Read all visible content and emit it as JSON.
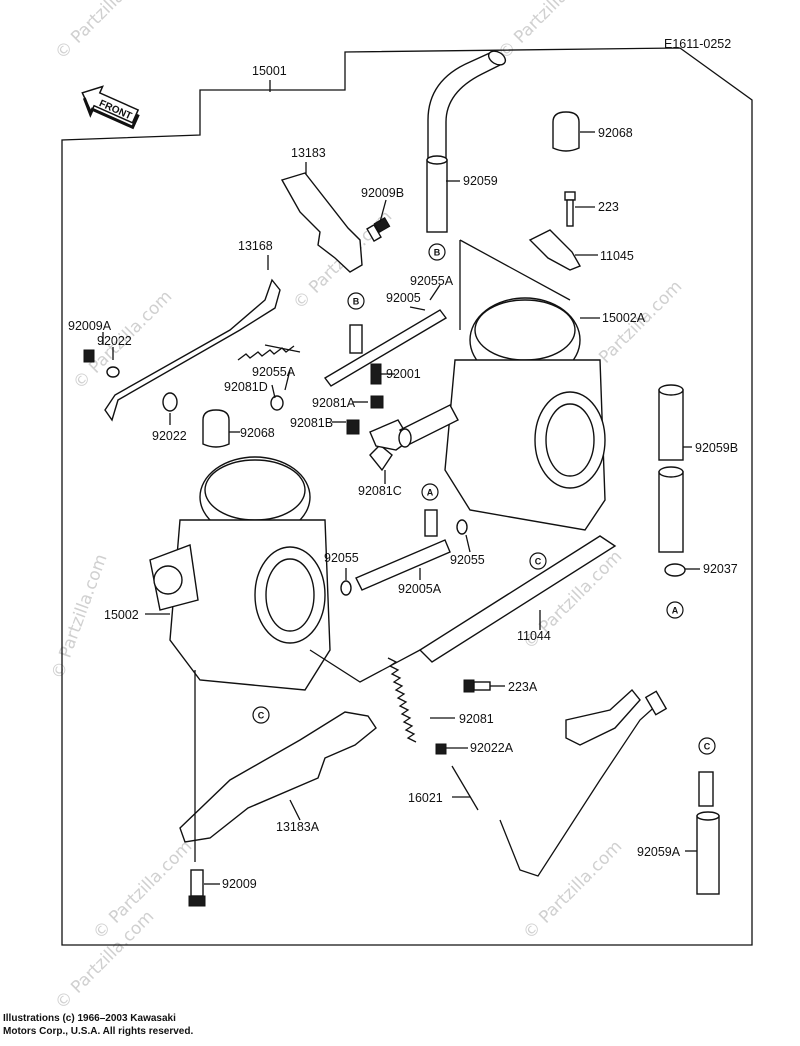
{
  "diagram_code": "E1611-0252",
  "front_label": "FRONT",
  "watermarks": [
    "© Partzilla.com",
    "© Partzilla.com",
    "© Partzilla.com",
    "© Partzilla.com",
    "© Partzilla.com",
    "© Partzilla.com",
    "© Partzilla.com",
    "© Partzilla.com",
    "© Partzilla.com",
    "© Partzilla.com"
  ],
  "copyright_line1": "Illustrations (c) 1966–2003 Kawasaki",
  "copyright_line2": "Motors Corp., U.S.A.  All rights reserved.",
  "parts": {
    "p15001": "15001",
    "p92068_top": "92068",
    "p13183": "13183",
    "p92009b": "92009B",
    "p92059": "92059",
    "p223": "223",
    "p11045": "11045",
    "p13168": "13168",
    "p92055a_top": "92055A",
    "p92005": "92005",
    "p15002a": "15002A",
    "p92009a": "92009A",
    "p92022": "92022",
    "p92055a_mid": "92055A",
    "p92001": "92001",
    "p92081d": "92081D",
    "p92081a": "92081A",
    "p92022_low": "92022",
    "p92068_low": "92068",
    "p92081b": "92081B",
    "p92059b": "92059B",
    "p92081c": "92081C",
    "p92055_left": "92055",
    "p92055_right": "92055",
    "p92037": "92037",
    "p92005a": "92005A",
    "p15002": "15002",
    "p11044": "11044",
    "p223a": "223A",
    "p92081": "92081",
    "p92022a": "92022A",
    "p16021": "16021",
    "p13183a": "13183A",
    "p92059a": "92059A",
    "p92009": "92009"
  },
  "markers": {
    "a": "A",
    "b": "B",
    "c": "C"
  }
}
